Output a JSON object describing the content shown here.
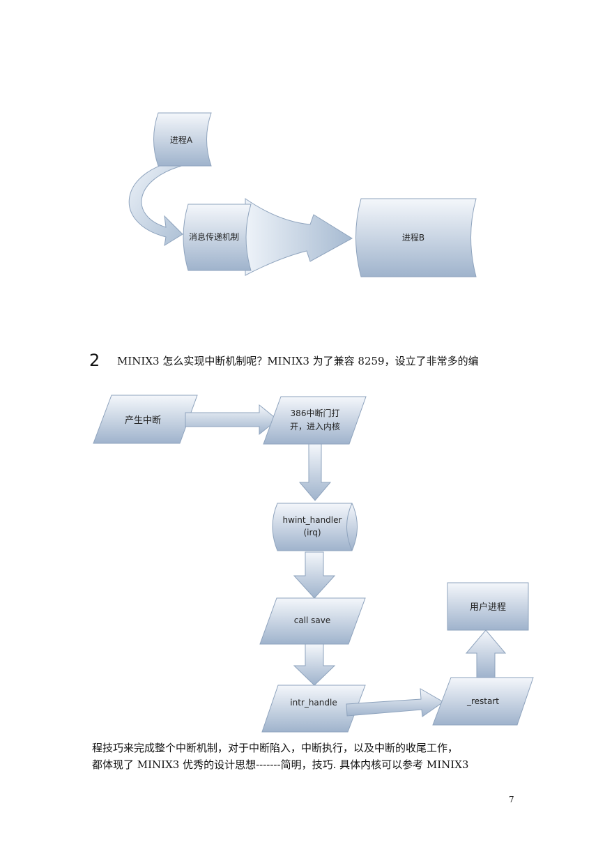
{
  "diagram1": {
    "process_a": "进程A",
    "message_mechanism": "消息传递机制",
    "process_b": "进程B"
  },
  "section": {
    "number": "2",
    "text": "MINIX3 怎么实现中断机制呢？MINIX3 为了兼容 8259，设立了非常多的编"
  },
  "diagram2": {
    "generate_interrupt": "产生中断",
    "gate_line1": "386中断门打",
    "gate_line2": "开，进入内核",
    "hwint_line1": "hwint_handler",
    "hwint_line2": "(irq)",
    "call_save": "call save",
    "intr_handle": "intr_handle",
    "restart": "_restart",
    "user_process": "用户进程"
  },
  "paragraph": {
    "line1": "程技巧来完成整个中断机制，对于中断陷入，中断执行，以及中断的收尾工作，",
    "line2": "都体现了 MINIX3 优秀的设计思想-------简明，技巧. 具体内核可以参考 MINIX3"
  },
  "page_number": "7"
}
